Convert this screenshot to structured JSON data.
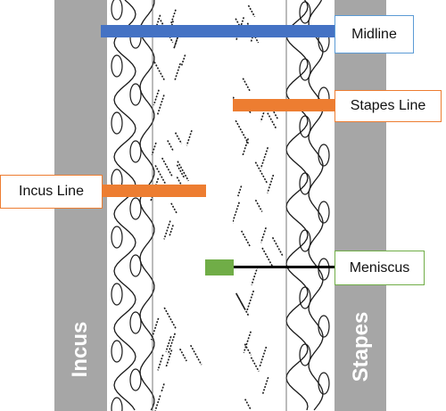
{
  "labels": {
    "incus_bone": "Incus",
    "stapes_bone": "Stapes",
    "midline": "Midline",
    "stapes_line": "Stapes Line",
    "incus_line": "Incus Line",
    "meniscus": "Meniscus"
  },
  "colors": {
    "bone": "#a6a6a6",
    "midline_bar": "#4472c4",
    "midline_border": "#5b9bd5",
    "orange": "#ed7d31",
    "green": "#70ad47",
    "pattern_stroke": "#1a1a1a"
  }
}
